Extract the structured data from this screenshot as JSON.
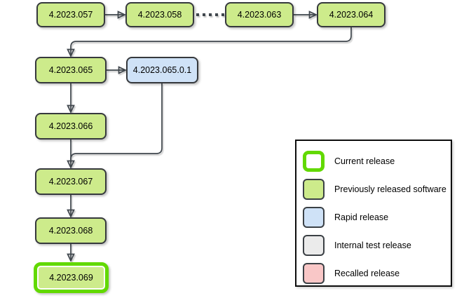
{
  "diagram": {
    "nodes": [
      {
        "label": "4.2023.057",
        "type": "previously-released"
      },
      {
        "label": "4.2023.058",
        "type": "previously-released"
      },
      {
        "label": "4.2023.063",
        "type": "previously-released"
      },
      {
        "label": "4.2023.064",
        "type": "previously-released"
      },
      {
        "label": "4.2023.065",
        "type": "previously-released"
      },
      {
        "label": "4.2023.065.0.1",
        "type": "rapid-release"
      },
      {
        "label": "4.2023.066",
        "type": "previously-released"
      },
      {
        "label": "4.2023.067",
        "type": "previously-released"
      },
      {
        "label": "4.2023.068",
        "type": "previously-released"
      },
      {
        "label": "4.2023.069",
        "type": "current-release"
      }
    ],
    "edges": [
      {
        "from": "4.2023.057",
        "to": "4.2023.058",
        "style": "solid-arrow"
      },
      {
        "from": "4.2023.058",
        "to": "4.2023.063",
        "style": "dotted-no-arrow"
      },
      {
        "from": "4.2023.063",
        "to": "4.2023.064",
        "style": "solid-arrow"
      },
      {
        "from": "4.2023.064",
        "to": "4.2023.065",
        "style": "solid-arrow-wrap"
      },
      {
        "from": "4.2023.065",
        "to": "4.2023.065.0.1",
        "style": "solid-arrow"
      },
      {
        "from": "4.2023.065",
        "to": "4.2023.066",
        "style": "solid-arrow"
      },
      {
        "from": "4.2023.065.0.1",
        "to": "4.2023.067",
        "style": "solid-merge"
      },
      {
        "from": "4.2023.066",
        "to": "4.2023.067",
        "style": "solid-arrow"
      },
      {
        "from": "4.2023.067",
        "to": "4.2023.068",
        "style": "solid-arrow"
      },
      {
        "from": "4.2023.068",
        "to": "4.2023.069",
        "style": "solid-arrow"
      }
    ]
  },
  "legend": {
    "items": [
      {
        "label": "Current release",
        "swatch": "current-release"
      },
      {
        "label": "Previously released software",
        "swatch": "previously-released"
      },
      {
        "label": "Rapid release",
        "swatch": "rapid-release"
      },
      {
        "label": "Internal test release",
        "swatch": "internal-test-release"
      },
      {
        "label": "Recalled release",
        "swatch": "recalled-release"
      }
    ]
  },
  "colors": {
    "current_release_border": "#62d900",
    "previously_released_fill": "#cdeb8b",
    "rapid_release_fill": "#cfe2f7",
    "internal_test_fill": "#ebebeb",
    "recalled_fill": "#f9c7c7",
    "node_border": "#36393d",
    "connector": "#3f464d"
  }
}
